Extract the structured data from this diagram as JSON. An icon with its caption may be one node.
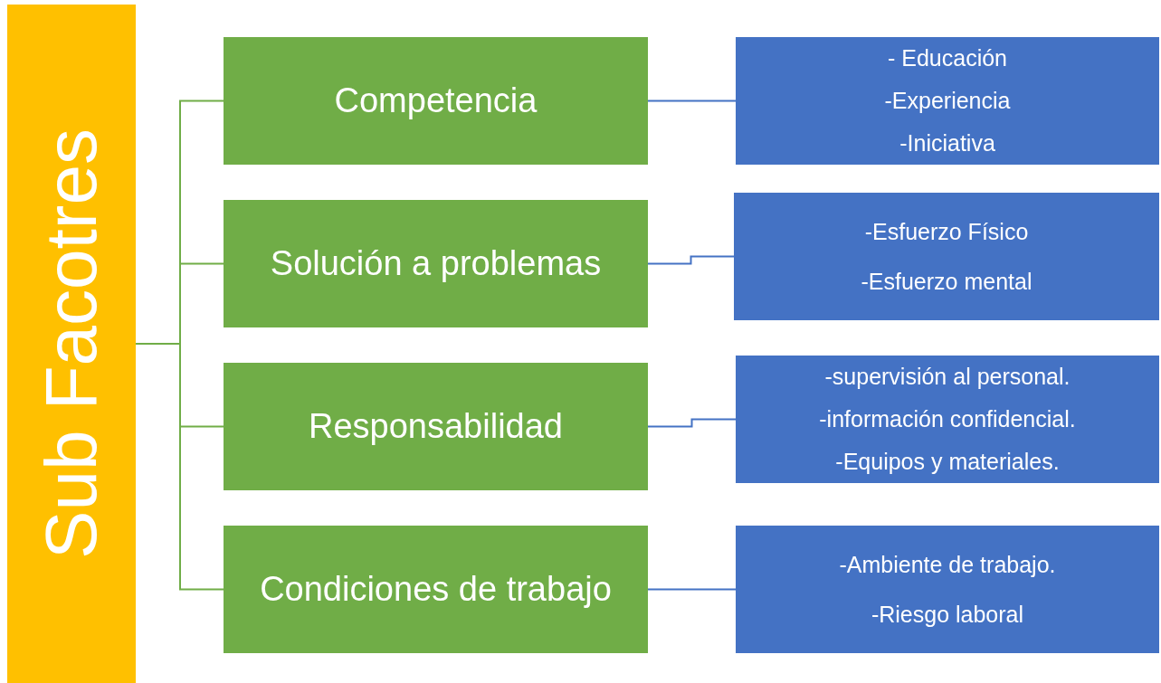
{
  "diagram": {
    "nodes": [
      {
        "text": [
          "Sub Facotres"
        ]
      },
      {
        "text": [
          "Competencia"
        ]
      },
      {
        "text": [
          "Solución a problemas"
        ]
      },
      {
        "text": [
          "Responsabilidad"
        ]
      },
      {
        "text": [
          "Condiciones de trabajo"
        ]
      },
      {
        "text": [
          "- Educación",
          "-Experiencia",
          "-Iniciativa"
        ]
      },
      {
        "text": [
          "-Esfuerzo Físico",
          "-Esfuerzo mental"
        ]
      },
      {
        "text": [
          "-supervisión al personal.",
          "-información confidencial.",
          "-Equipos y materiales."
        ]
      },
      {
        "text": [
          "-Ambiente de trabajo.",
          "-Riesgo laboral"
        ]
      }
    ],
    "edges": [
      {
        "from": 0,
        "to": 1,
        "arrow": "none"
      },
      {
        "from": 0,
        "to": 2,
        "arrow": "none"
      },
      {
        "from": 0,
        "to": 3,
        "arrow": "none"
      },
      {
        "from": 0,
        "to": 4,
        "arrow": "none"
      },
      {
        "from": 1,
        "to": 5,
        "arrow": "none",
        "color": "#4472c4"
      },
      {
        "from": 2,
        "to": 6,
        "arrow": "none",
        "color": "#4472c4"
      },
      {
        "from": 3,
        "to": 7,
        "arrow": "none",
        "color": "#4472c4"
      },
      {
        "from": 4,
        "to": 8,
        "arrow": "none",
        "color": "#4472c4"
      }
    ]
  }
}
